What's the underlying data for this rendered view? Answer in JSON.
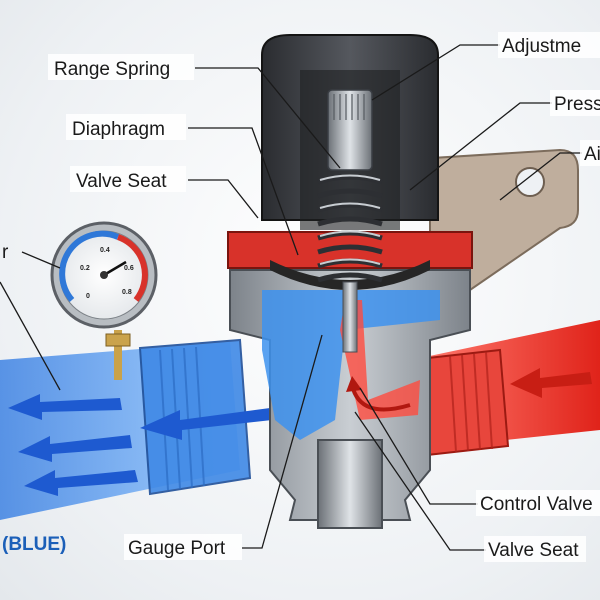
{
  "labels": {
    "range_spring": "Range Spring",
    "diaphragm": "Diaphragm",
    "valve_seat_top": "Valve Seat",
    "adjustment": "Adjustme",
    "pressure": "Press",
    "air": "Ai",
    "gauge_left": "r",
    "control_valve": "Control Valve",
    "valve_seat_bottom": "Valve Seat",
    "gauge_port": "Gauge Port",
    "blue_tag": "(BLUE)"
  },
  "gauge": {
    "ticks": [
      "0.2",
      "0.4",
      "0.6",
      "0.8",
      "0"
    ]
  },
  "colors": {
    "inlet_red": "#e8342c",
    "outlet_blue": "#3b8fe8",
    "body_grey": "#9aa0a6",
    "cap_dark": "#3a3c40",
    "bracket": "#b9a99a",
    "label_blue": "#1b5fb8"
  }
}
